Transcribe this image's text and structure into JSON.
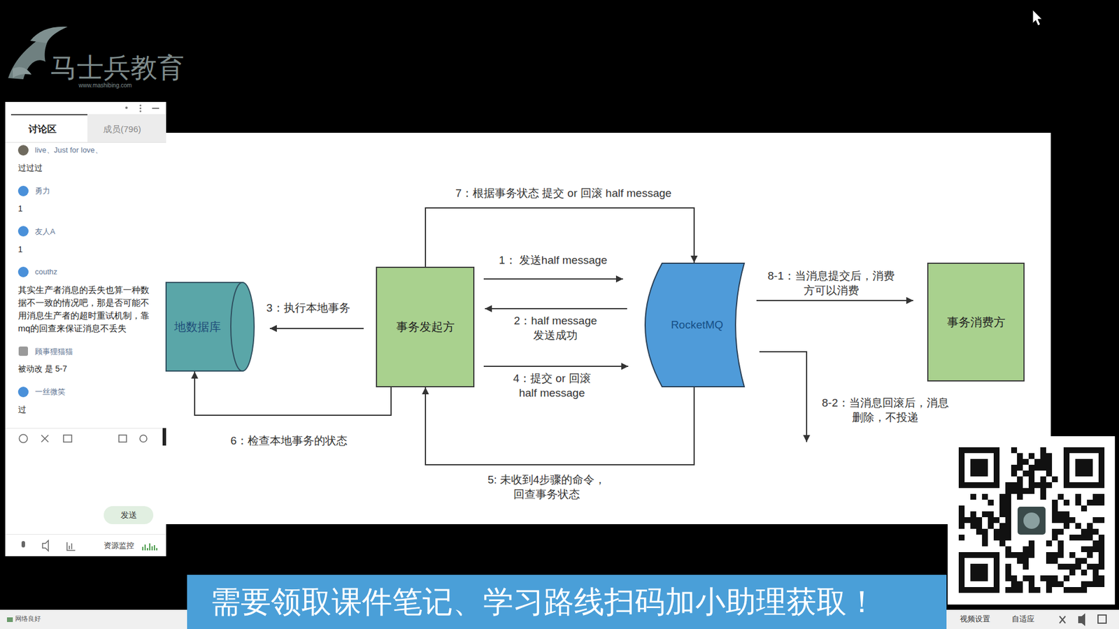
{
  "diagram": {
    "nodes": [
      {
        "text": [
          "讨论区",
          "成员(796)",
          "live、Just for love、",
          "过过过",
          "勇力",
          "1",
          "友人A",
          "1",
          "couthz",
          "其实生产者消息的丢失也算一种数 据不一致的情况吧，那是否可能不 用消息生产者的超时重试机制，靠 mq的回查来保证消息不丢失",
          "顾事狸猫猫",
          "被动改 是 5-7",
          "一丝微笑",
          "过",
          "资源监控"
        ]
      },
      {
        "text": [
          "发送"
        ],
        "in": 0
      },
      {
        "text": [
          "地数据库"
        ]
      },
      {
        "text": [
          "事务发起方"
        ]
      },
      {
        "text": [
          "RocketMQ"
        ]
      },
      {
        "text": [
          "事务消费方"
        ]
      },
      {
        "text": [
          "需要领取课件笔记、学习路线扫码加小助理获取！"
        ]
      }
    ],
    "edges": [
      {
        "from": 3,
        "to": 4,
        "label": "1： 发送half message",
        "arrow": "to"
      },
      {
        "from": 4,
        "to": 3,
        "label": "2：half message 发送成功",
        "arrow": "to"
      },
      {
        "from": 3,
        "to": 2,
        "label": "3：执行本地事务",
        "arrow": "to"
      },
      {
        "from": 3,
        "to": 4,
        "label": "4：提交 or 回滚 half message",
        "arrow": "to"
      },
      {
        "from": 4,
        "to": 3,
        "label": "5: 未收到4步骤的命令， 回查事务状态",
        "arrow": "to"
      },
      {
        "from": 3,
        "to": 2,
        "label": "6：检查本地事务的状态",
        "arrow": "to"
      },
      {
        "from": 3,
        "to": 4,
        "label": "7：根据事务状态 提交 or 回滚 half message",
        "arrow": "to"
      },
      {
        "from": 4,
        "to": 5,
        "label": "8-1：当消息提交后，消费 方可以消费",
        "arrow": "to"
      }
    ],
    "labels": [
      "马士兵教育",
      "www.mashibing.com",
      "8-2：当消息回滚后，消息 删除，不投递",
      "网络良好",
      "视频设置",
      "自适应"
    ]
  }
}
